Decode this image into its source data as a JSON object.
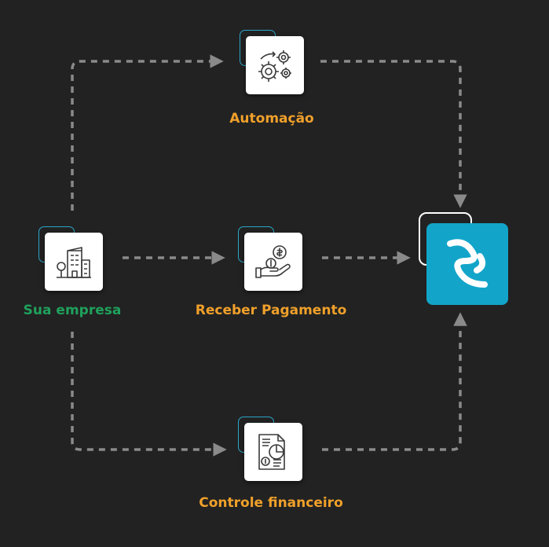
{
  "nodes": {
    "company": {
      "label": "Sua empresa",
      "icon": "building-icon"
    },
    "automation": {
      "label": "Automação",
      "icon": "gears-icon"
    },
    "payment": {
      "label": "Receber Pagamento",
      "icon": "hand-coin-icon"
    },
    "finance": {
      "label": "Controle financeiro",
      "icon": "financial-report-icon"
    },
    "brand": {
      "icon": "brand-logo-icon"
    }
  },
  "colors": {
    "background": "#222222",
    "label_company": "#1fa15c",
    "label_service": "#f0a02a",
    "accent": "#2aa6c8",
    "brand": "#12a5c9",
    "connector": "#8a8a8a"
  }
}
